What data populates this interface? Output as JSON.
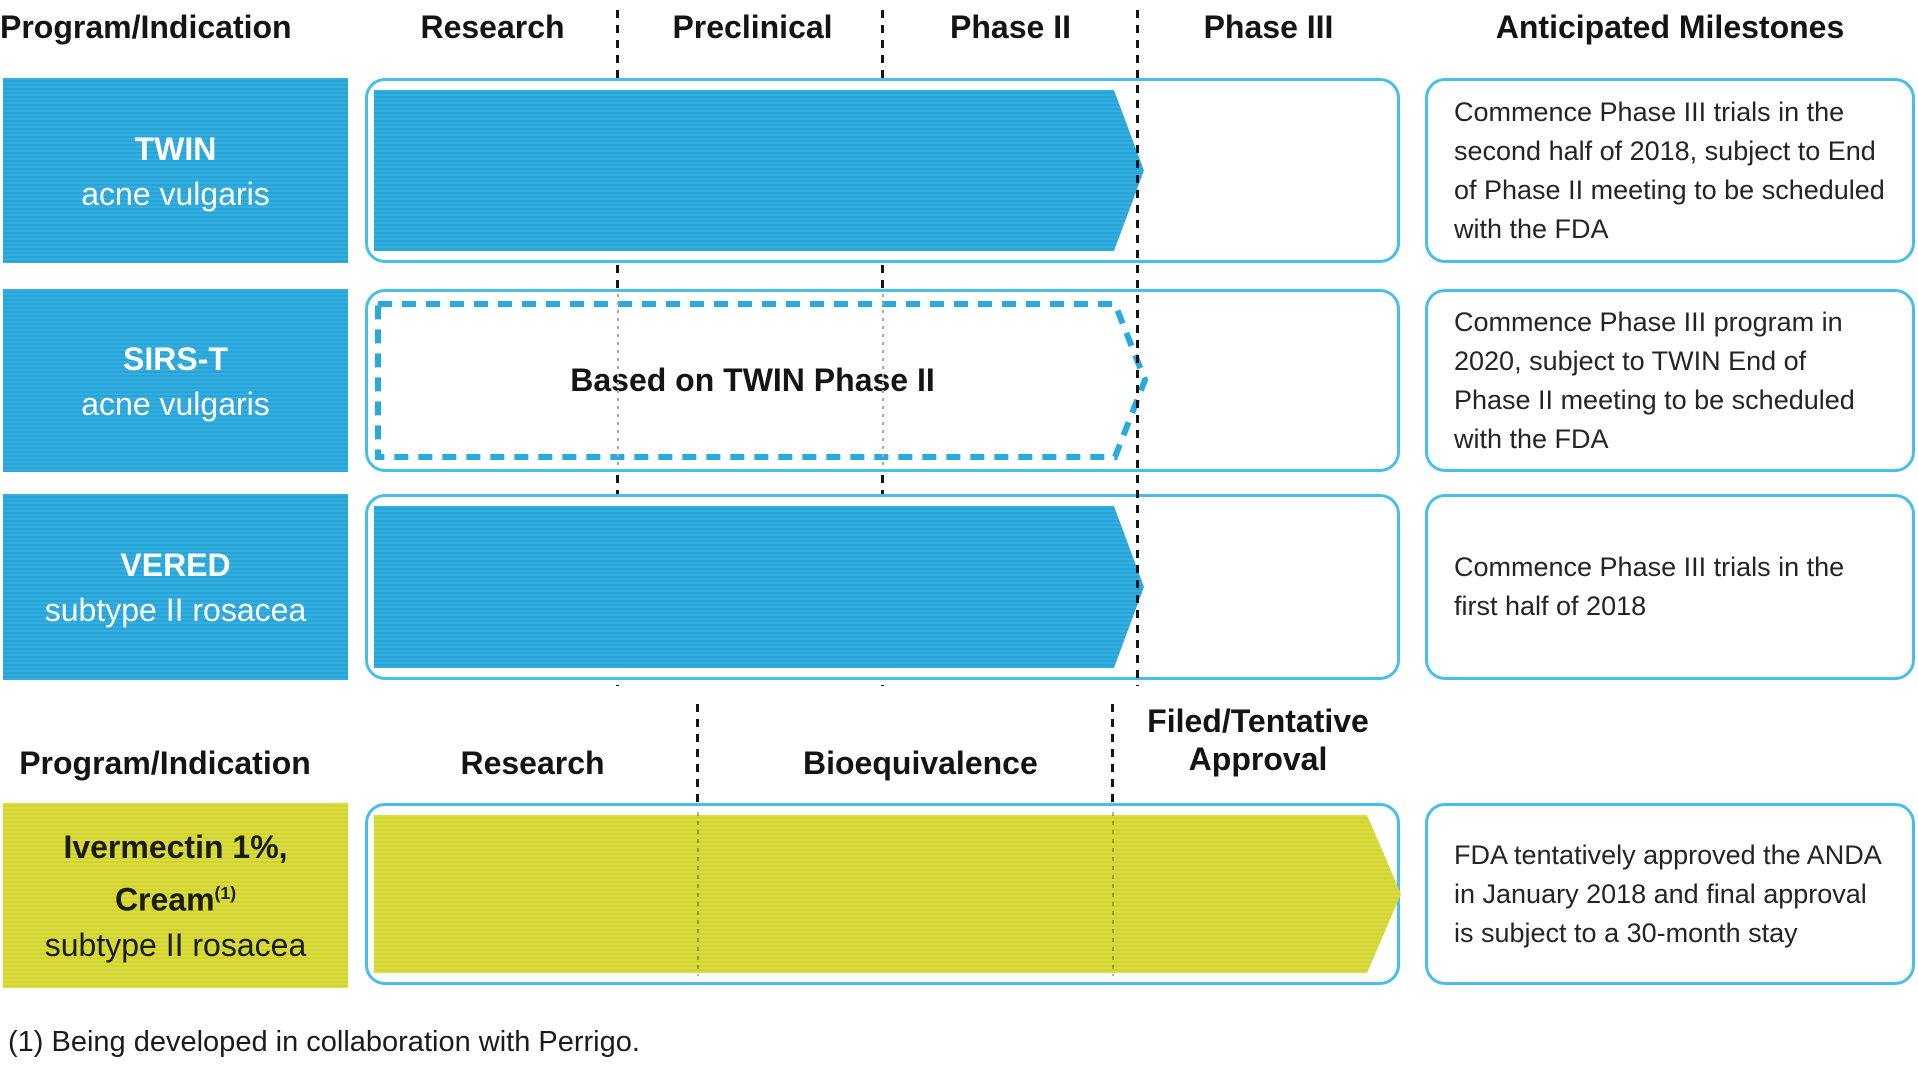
{
  "colors": {
    "cyan_fill": "#29a9dd",
    "cyan_border": "#48bfea",
    "yellow_fill": "#d7da31",
    "text_dark": "#141414"
  },
  "section1": {
    "headers": {
      "program": "Program/Indication",
      "phases": [
        "Research",
        "Preclinical",
        "Phase II",
        "Phase III"
      ],
      "milestones": "Anticipated Milestones"
    },
    "rows": [
      {
        "program": "TWIN",
        "indication": "acne vulgaris",
        "bar_label": "",
        "milestone": "Commence Phase III trials in the second half of 2018, subject to End of Phase II meeting to be scheduled with the FDA"
      },
      {
        "program": "SIRS-T",
        "indication": "acne vulgaris",
        "bar_label": "Based on TWIN Phase II",
        "milestone": "Commence Phase III program in 2020, subject to TWIN End of Phase II meeting to be scheduled with the FDA"
      },
      {
        "program": "VERED",
        "indication": "subtype II rosacea",
        "bar_label": "",
        "milestone": "Commence Phase III trials in the first half of 2018"
      }
    ]
  },
  "section2": {
    "headers": {
      "program": "Program/Indication",
      "phases": [
        "Research",
        "Bioequivalence",
        "Filed/Tentative",
        "Approval"
      ]
    },
    "rows": [
      {
        "program": "Ivermectin 1%, Cream",
        "program_sup": "(1)",
        "indication": "subtype II rosacea",
        "milestone": "FDA tentatively approved the ANDA in January 2018 and final approval is subject to a 30-month stay"
      }
    ]
  },
  "footnote": "(1) Being developed in collaboration with Perrigo."
}
